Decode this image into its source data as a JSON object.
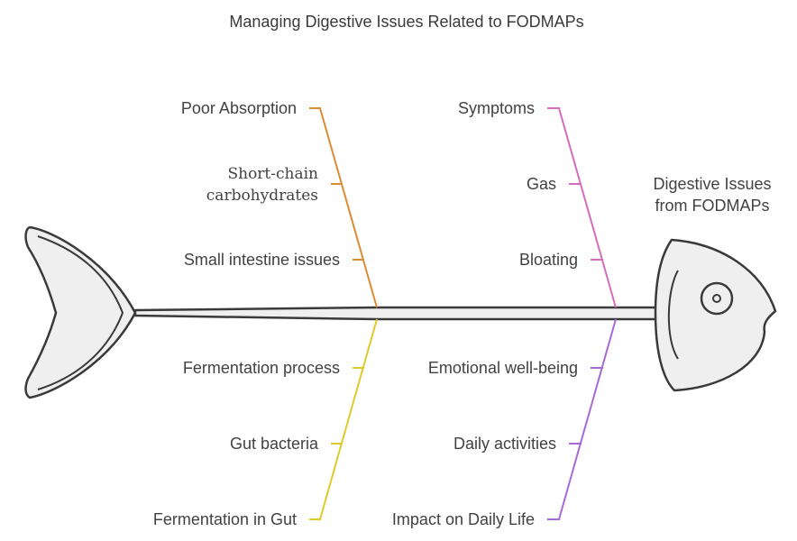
{
  "title": "Managing Digestive Issues Related to FODMAPs",
  "head": {
    "line1": "Digestive Issues",
    "line2": "from FODMAPs"
  },
  "colors": {
    "orange": "#d98c33",
    "yellow": "#e0c928",
    "pink": "#d36cc1",
    "purple": "#a869d6",
    "outline": "#3a3a3a",
    "fill": "#efefef"
  },
  "categories": {
    "poor_absorption": {
      "label": "Poor Absorption",
      "causes": [
        "Short-chain",
        "carbohydrates",
        "Small intestine issues"
      ]
    },
    "symptoms": {
      "label": "Symptoms",
      "causes": [
        "Gas",
        "Bloating"
      ]
    },
    "fermentation": {
      "label": "Fermentation in Gut",
      "causes": [
        "Fermentation process",
        "Gut bacteria"
      ]
    },
    "impact": {
      "label": "Impact on Daily Life",
      "causes": [
        "Emotional well-being",
        "Daily activities"
      ]
    }
  }
}
